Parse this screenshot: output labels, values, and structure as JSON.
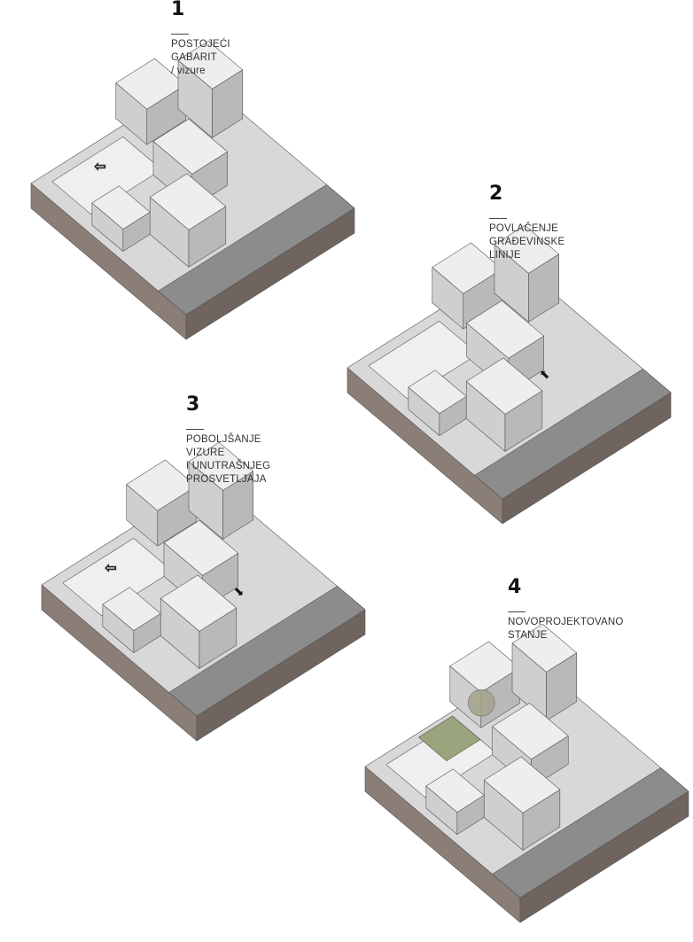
{
  "colors": {
    "slab": "#d8d8d8",
    "plaza": "#efefef",
    "road": "#8c8c8c",
    "earth_left": "#8b7e77",
    "earth_right": "#6f645e",
    "building_top": "#eeeeee",
    "building_left": "#cfcfcf",
    "building_right": "#b9b9b9",
    "green": "#9aa57e",
    "tree": "#a3a38c"
  },
  "steps": [
    {
      "number": "1",
      "lines": [
        "POSTOJEĆI",
        "GABARIT",
        "/ vizure"
      ]
    },
    {
      "number": "2",
      "lines": [
        "POVLAČENJE",
        "GRAĐEVINSKE",
        "LINIJE"
      ]
    },
    {
      "number": "3",
      "lines": [
        "POBOLJŠANJE",
        "VIZURE",
        "I UNUTRAŠNJEG",
        "PROSVETLJAJA"
      ]
    },
    {
      "number": "4",
      "lines": [
        "NOVOPROJEKTOVANO",
        "STANJE"
      ]
    }
  ]
}
